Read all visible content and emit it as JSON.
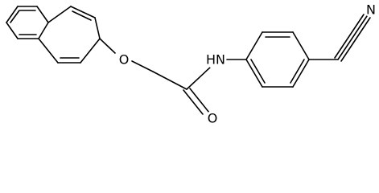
{
  "molecule": {
    "atoms": {
      "oxygen_ether": "O",
      "nitrogen_amide": "HN",
      "oxygen_carbonyl": "O",
      "nitrogen_nitrile": "N"
    }
  }
}
